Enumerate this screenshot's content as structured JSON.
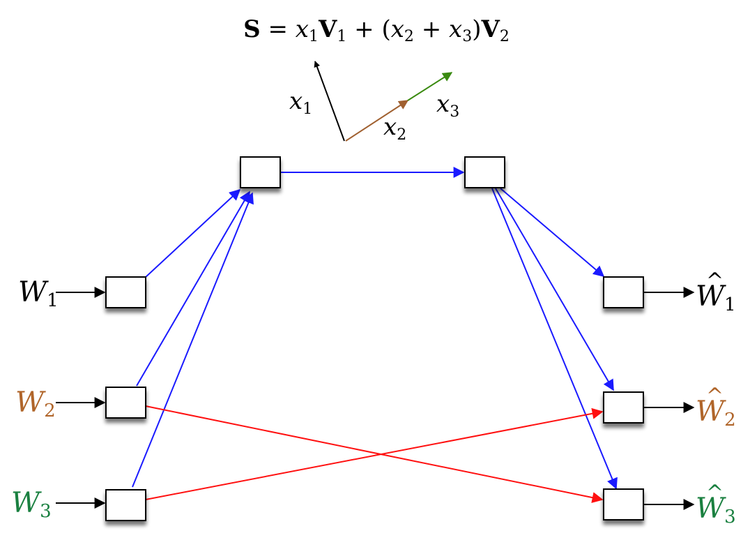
{
  "formula": {
    "S": "S",
    "eq": " = ",
    "x1_base": "x",
    "x1_sub": "1",
    "V1_base": "V",
    "V1_sub": "1",
    "plus_paren": " + (",
    "x2_base": "x",
    "x2_sub": "2",
    "plus": " + ",
    "x3_base": "x",
    "x3_sub": "3",
    "close_paren": ")",
    "V2_base": "V",
    "V2_sub": "2"
  },
  "vector_labels": {
    "x1": {
      "base": "x",
      "sub": "1"
    },
    "x2": {
      "base": "x",
      "sub": "2"
    },
    "x3": {
      "base": "x",
      "sub": "3"
    }
  },
  "inputs": [
    {
      "base": "W",
      "sub": "1",
      "color": "#000000"
    },
    {
      "base": "W",
      "sub": "2",
      "color": "#b0652a"
    },
    {
      "base": "W",
      "sub": "3",
      "color": "#1a8040"
    }
  ],
  "outputs": [
    {
      "hat": "^",
      "base": "W",
      "sub": "1",
      "color": "#000000"
    },
    {
      "hat": "^",
      "base": "W",
      "sub": "2",
      "color": "#b0652a"
    },
    {
      "hat": "^",
      "base": "W",
      "sub": "3",
      "color": "#1a8040"
    }
  ],
  "colors": {
    "blue_edges": "#1a1aff",
    "red_edges": "#ff1010",
    "x1_vector": "#000000",
    "x2_vector": "#a06030",
    "x3_vector": "#3a8a10"
  }
}
